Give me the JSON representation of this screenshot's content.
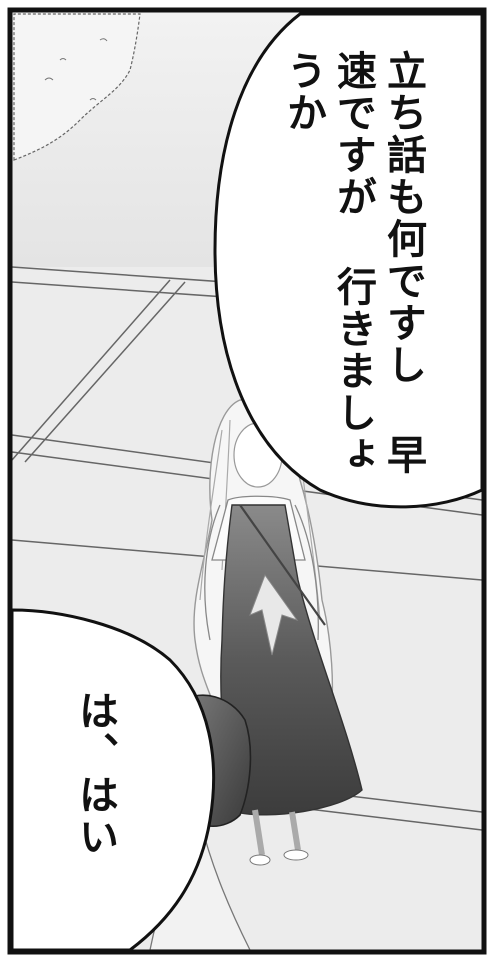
{
  "speech": {
    "bubble1": {
      "lines": [
        "立ち話も何ですし",
        "早速ですが",
        "行きましょうか"
      ]
    },
    "bubble2": {
      "text": "は、はい"
    }
  },
  "colors": {
    "border": "#111111",
    "background": "#ffffff",
    "floor_tone": "#e9e9e9",
    "dress_dark": "#4a4a4a",
    "hair_dark": "#5a5a5a"
  }
}
